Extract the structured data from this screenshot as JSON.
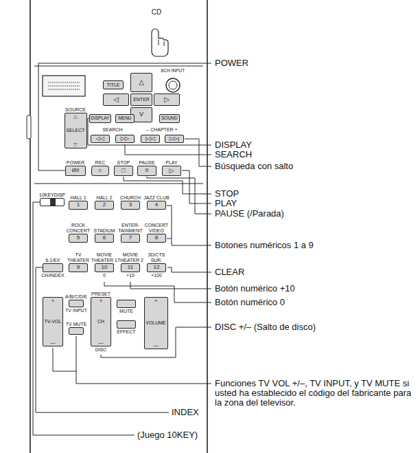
{
  "diagram": {
    "nodes": [
      {
        "text": [
          "TITLE"
        ]
      },
      {
        "text": [
          "△"
        ]
      },
      {
        "text": [
          "◁"
        ]
      },
      {
        "text": [
          "ENTER"
        ]
      },
      {
        "text": [
          "▷"
        ]
      },
      {
        "text": [
          "V"
        ]
      },
      {
        "text": [
          "SOURCE",
          "△",
          "SELECT",
          "▽"
        ]
      },
      {
        "text": [
          "DISPLAY"
        ]
      },
      {
        "text": [
          "MENU"
        ]
      },
      {
        "text": [
          "SOUND"
        ]
      },
      {
        "text": [
          "◁◁"
        ]
      },
      {
        "text": [
          "▷▷"
        ]
      },
      {
        "text": [
          "|◁◁"
        ]
      },
      {
        "text": [
          "▷▷|"
        ]
      },
      {
        "text": [
          "POWER",
          "Ø/I"
        ]
      },
      {
        "text": [
          "REC",
          "○"
        ]
      },
      {
        "text": [
          "STOP",
          "□"
        ]
      },
      {
        "text": [
          "PAUSE",
          "II"
        ]
      },
      {
        "text": [
          "PLAY",
          "▷"
        ]
      },
      {
        "text": [
          "10KEY",
          "DISP"
        ]
      },
      {
        "text": [
          "HALL 1",
          "1"
        ]
      },
      {
        "text": [
          "HALL 2",
          "2"
        ]
      },
      {
        "text": [
          "CHURCH",
          "3"
        ]
      },
      {
        "text": [
          "JAZZ CLUB",
          "4"
        ]
      },
      {
        "text": [
          "ROCK CONCERT",
          "5"
        ]
      },
      {
        "text": [
          "STADIUM",
          "6"
        ]
      },
      {
        "text": [
          "ENTER-TAINMENT",
          "7"
        ]
      },
      {
        "text": [
          "CONCERT VIDEO",
          "8"
        ]
      },
      {
        "text": [
          "6.1/EX",
          "CH/INDEX"
        ]
      },
      {
        "text": [
          "TV THEATER",
          "9"
        ]
      },
      {
        "text": [
          "MOVIE THEATER 1",
          "10",
          "0"
        ]
      },
      {
        "text": [
          "MOVIE THEATER 2",
          "11",
          "+10"
        ]
      },
      {
        "text": [
          "3D/CTS SUR.",
          "12",
          "+100"
        ]
      },
      {
        "text": [
          "+",
          "TV-VOL",
          "—"
        ]
      },
      {
        "text": [
          "A/B/C/D/E",
          "TV INPUT"
        ]
      },
      {
        "text": [
          "TV MUTE"
        ]
      },
      {
        "text": [
          "PRESET",
          "+",
          "CH",
          "—",
          "DISC"
        ]
      },
      {
        "text": [
          "MUTE"
        ]
      },
      {
        "text": [
          "EFFECT"
        ]
      },
      {
        "text": [
          "+",
          "VOLUME",
          "—"
        ]
      }
    ],
    "labels": [
      "CD",
      "8CH INPUT",
      "SEARCH",
      "– CHAPTER +",
      "POWER",
      "DISPLAY",
      "SEARCH",
      "Búsqueda con salto",
      "STOP",
      "PLAY",
      "PAUSE (/Parada)",
      "Botones numéricos 1 a 9",
      "CLEAR",
      "Botón numérico +10",
      "Botón numérico 0",
      "DISC +/– (Salto de disco)",
      "Funciones TV VOL +/–, TV INPUT, y TV MUTE si usted ha establecido el código del fabricante para la zona del televisor.",
      "INDEX",
      "(Juego 10KEY)"
    ]
  }
}
